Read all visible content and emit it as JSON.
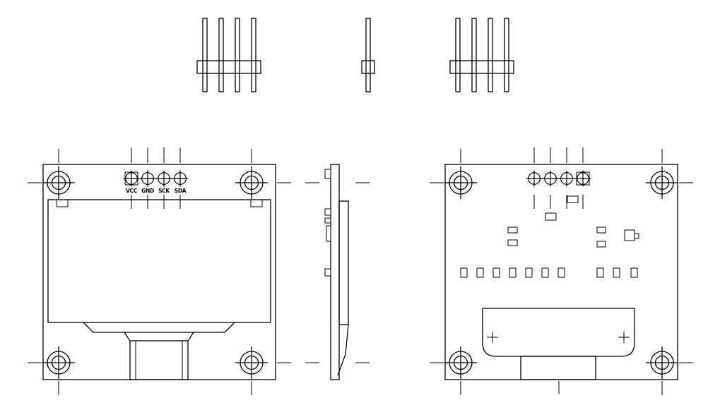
{
  "colors": {
    "ink": "#000000",
    "paper": "#ffffff"
  },
  "front_view": {
    "pin_labels": [
      "VCC",
      "GND",
      "SCK",
      "SDA"
    ]
  }
}
